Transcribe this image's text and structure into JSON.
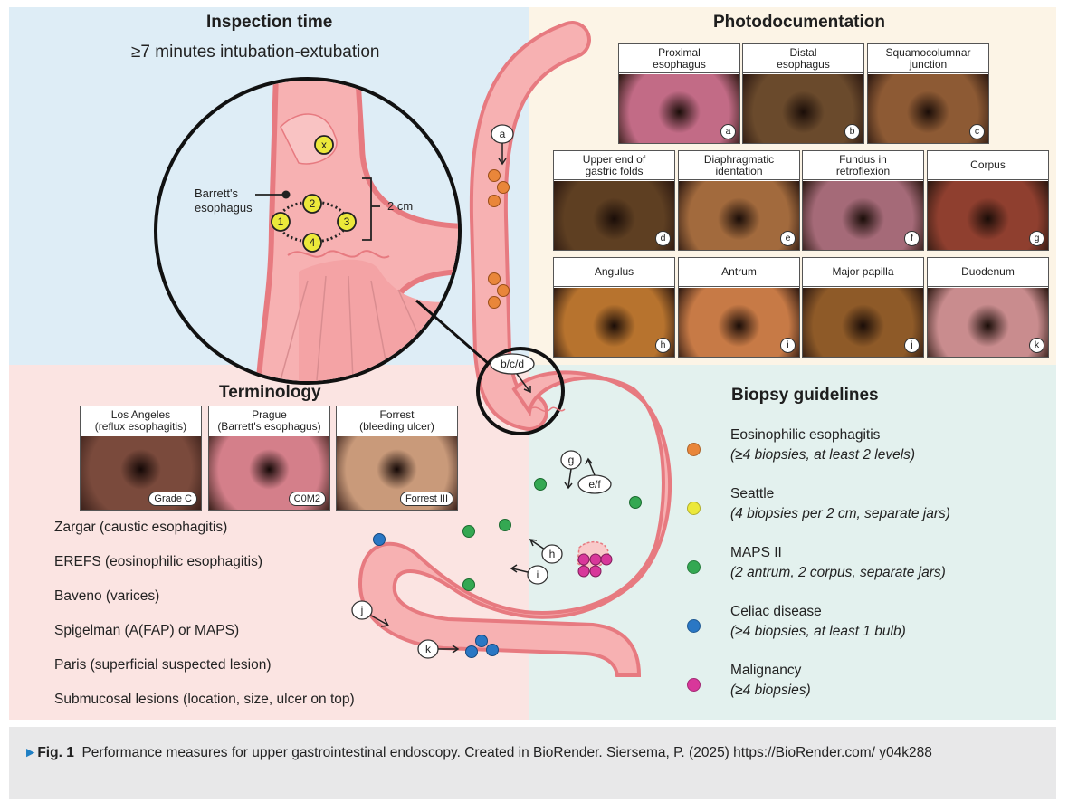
{
  "inspection": {
    "title": "Inspection time",
    "subtitle": "≥7 minutes intubation-extubation",
    "barrett_label_1": "Barrett's",
    "barrett_label_2": "esophagus",
    "length_label": "2 cm",
    "markers": [
      "x",
      "1",
      "2",
      "3",
      "4"
    ]
  },
  "photodocumentation": {
    "title": "Photodocumentation",
    "images": [
      {
        "label": "Proximal\nesophagus",
        "letter": "a",
        "color": "#c26b86"
      },
      {
        "label": "Distal\nesophagus",
        "letter": "b",
        "color": "#6a4a2c"
      },
      {
        "label": "Squamocolumnar\njunction",
        "letter": "c",
        "color": "#8d5a34"
      },
      {
        "label": "Upper end of\ngastric folds",
        "letter": "d",
        "color": "#5e3f22"
      },
      {
        "label": "Diaphragmatic\nidentation",
        "letter": "e",
        "color": "#a26a3d"
      },
      {
        "label": "Fundus in\nretroflexion",
        "letter": "f",
        "color": "#a56a78"
      },
      {
        "label": "Corpus",
        "letter": "g",
        "color": "#8f3f2f"
      },
      {
        "label": "Angulus",
        "letter": "h",
        "color": "#b7732e"
      },
      {
        "label": "Antrum",
        "letter": "i",
        "color": "#c77a46"
      },
      {
        "label": "Major papilla",
        "letter": "j",
        "color": "#8e5a28"
      },
      {
        "label": "Duodenum",
        "letter": "k",
        "color": "#c98c8e"
      }
    ]
  },
  "terminology": {
    "title": "Terminology",
    "images": [
      {
        "label": "Los Angeles\n(reflux esophagitis)",
        "tag": "Grade C",
        "color": "#7a4a3c"
      },
      {
        "label": "Prague\n(Barrett's esophagus)",
        "tag": "C0M2",
        "color": "#d47f8a"
      },
      {
        "label": "Forrest\n(bleeding ulcer)",
        "tag": "Forrest III",
        "color": "#c99a7a"
      }
    ],
    "items": [
      "Zargar (caustic esophagitis)",
      "EREFS (eosinophilic esophagitis)",
      "Baveno (varices)",
      "Spigelman (A(FAP) or MAPS)",
      "Paris (superficial suspected lesion)",
      "Submucosal lesions (location, size, ulcer on top)"
    ]
  },
  "biopsy": {
    "title": "Biopsy guidelines",
    "items": [
      {
        "name": "Eosinophilic esophagitis",
        "desc": "(≥4 biopsies, at least 2 levels)",
        "color": "#e9863a"
      },
      {
        "name": "Seattle",
        "desc": "(4 biopsies per 2 cm, separate jars)",
        "color": "#ece83a"
      },
      {
        "name": "MAPS II",
        "desc": "(2 antrum, 2 corpus, separate jars)",
        "color": "#34a852"
      },
      {
        "name": "Celiac disease",
        "desc": "(≥4 biopsies, at least 1 bulb)",
        "color": "#2a77c4"
      },
      {
        "name": "Malignancy",
        "desc": "(≥4 biopsies)",
        "color": "#d8379a"
      }
    ]
  },
  "anatomy_labels": {
    "a": "a",
    "bcd": "b/c/d",
    "g": "g",
    "ef": "e/f",
    "h": "h",
    "i": "i",
    "j": "j",
    "k": "k"
  },
  "caption": {
    "fig_label": "Fig. 1",
    "text": "Performance measures for upper gastrointestinal endoscopy. Created in BioRender. Siersema, P. (2025) https://BioRender.com/ y04k288"
  }
}
